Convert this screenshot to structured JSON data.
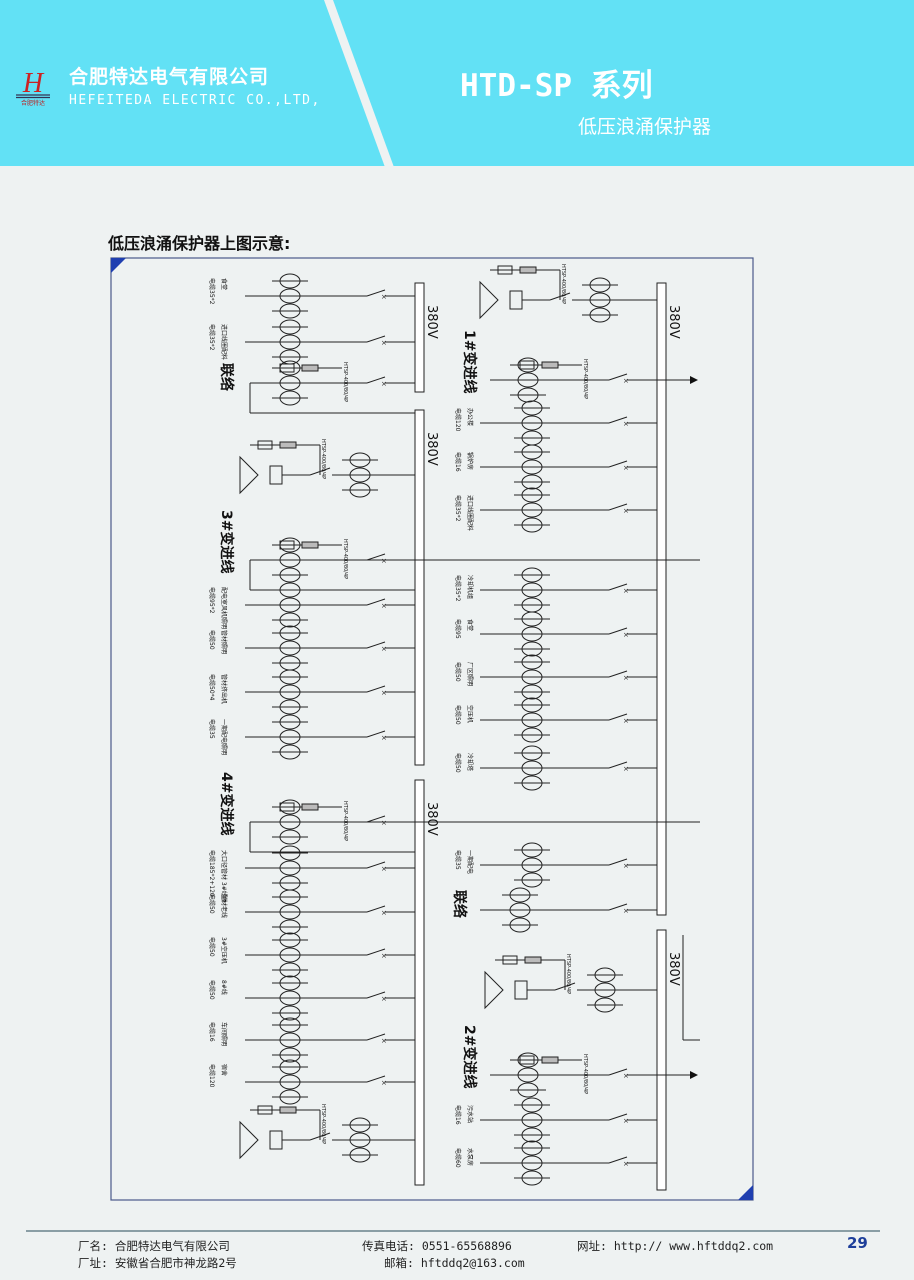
{
  "header": {
    "company_cn": "合肥特达电气有限公司",
    "company_en": "HEFEITEDA ELECTRIC CO.,LTD,",
    "logo_text": "合肥特达",
    "series": "HTD-SP 系列",
    "subtitle": "低压浪涌保护器",
    "colors": {
      "band": "#62e1f5",
      "accent": "#1e3f9a",
      "logo_red": "#cc2222"
    }
  },
  "doc_title": "低压浪涌保护器上图示意:",
  "diagram": {
    "bus_voltage": "380V",
    "spd_label": "HTSP-400/80/4P",
    "incomers": [
      "1#变进线",
      "2#变进线",
      "3#变进线",
      "4#变进线"
    ],
    "tie": "联络",
    "left_feeders": [
      {
        "name": "食堂",
        "cable": "电缆35*2"
      },
      {
        "name": "进口线圈配料",
        "cable": "电缆35*2"
      },
      {
        "name": "配电室风机照明",
        "cable": "电缆95*2"
      },
      {
        "name": "管材照明",
        "cable": "电缆50"
      },
      {
        "name": "管材挤出机",
        "cable": "电缆50*4"
      },
      {
        "name": "一期配电照明",
        "cable": "电缆35"
      },
      {
        "name": "大口径管材 3#线体",
        "cable": "电缆185*2+120"
      },
      {
        "name": "型材老线",
        "cable": "电缆50"
      },
      {
        "name": "3#空压机",
        "cable": "电缆50"
      },
      {
        "name": "8#线",
        "cable": "电缆50"
      },
      {
        "name": "车间照明",
        "cable": "电缆16"
      },
      {
        "name": "宿舍",
        "cable": "电缆120"
      }
    ],
    "right_feeders": [
      {
        "name": "办公楼",
        "cable": "电缆120"
      },
      {
        "name": "锅炉房",
        "cable": "电缆16"
      },
      {
        "name": "进口线圈配料",
        "cable": "电缆35*2"
      },
      {
        "name": "冷却机组",
        "cable": "电缆35*2"
      },
      {
        "name": "食堂",
        "cable": "电缆95"
      },
      {
        "name": "厂区照明",
        "cable": "电缆50"
      },
      {
        "name": "空压机",
        "cable": "电缆50"
      },
      {
        "name": "冷却塔",
        "cable": "电缆50"
      },
      {
        "name": "一期配电",
        "cable": "电缆35"
      },
      {
        "name": "污水站",
        "cable": "电缆16"
      },
      {
        "name": "水泵房",
        "cable": "电缆60"
      }
    ]
  },
  "footer": {
    "factory_name": "厂名: 合肥特达电气有限公司",
    "address": "厂址: 安徽省合肥市神龙路2号",
    "fax": "传真电话: 0551-65568896",
    "email": "邮箱: hftddq2@163.com",
    "website": "网址: http://  www.hftddq2.com",
    "page": "29"
  }
}
